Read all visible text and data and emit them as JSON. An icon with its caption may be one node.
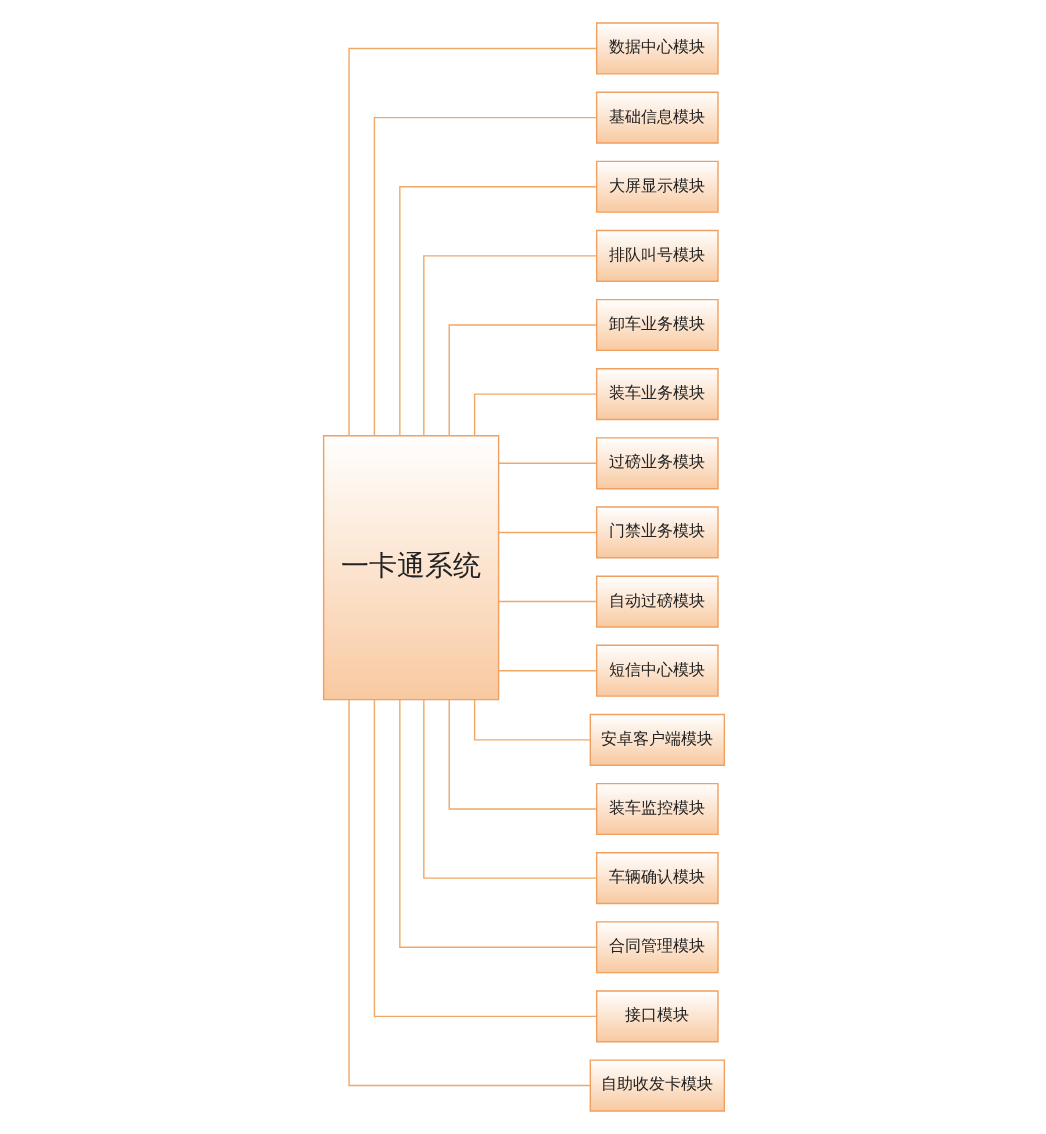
{
  "diagram": {
    "nodes": [
      {
        "text": [
          "一卡通系统"
        ]
      },
      {
        "text": [
          "数据中心模块"
        ]
      },
      {
        "text": [
          "基础信息模块"
        ]
      },
      {
        "text": [
          "大屏显示模块"
        ]
      },
      {
        "text": [
          "排队叫号模块"
        ]
      },
      {
        "text": [
          "卸车业务模块"
        ]
      },
      {
        "text": [
          "装车业务模块"
        ]
      },
      {
        "text": [
          "过磅业务模块"
        ]
      },
      {
        "text": [
          "门禁业务模块"
        ]
      },
      {
        "text": [
          "自动过磅模块"
        ]
      },
      {
        "text": [
          "短信中心模块"
        ]
      },
      {
        "text": [
          "安卓客户端模块"
        ]
      },
      {
        "text": [
          "装车监控模块"
        ]
      },
      {
        "text": [
          "车辆确认模块"
        ]
      },
      {
        "text": [
          "合同管理模块"
        ]
      },
      {
        "text": [
          "接口模块"
        ]
      },
      {
        "text": [
          "自助收发卡模块"
        ]
      }
    ],
    "edges": [
      {
        "from": 0,
        "to": 1,
        "arrow": "none"
      },
      {
        "from": 0,
        "to": 2,
        "arrow": "none"
      },
      {
        "from": 0,
        "to": 3,
        "arrow": "none"
      },
      {
        "from": 0,
        "to": 4,
        "arrow": "none"
      },
      {
        "from": 0,
        "to": 5,
        "arrow": "none"
      },
      {
        "from": 0,
        "to": 6,
        "arrow": "none"
      },
      {
        "from": 0,
        "to": 7,
        "arrow": "none"
      },
      {
        "from": 0,
        "to": 8,
        "arrow": "none"
      },
      {
        "from": 0,
        "to": 9,
        "arrow": "none"
      },
      {
        "from": 0,
        "to": 10,
        "arrow": "none"
      },
      {
        "from": 0,
        "to": 11,
        "arrow": "none"
      },
      {
        "from": 0,
        "to": 12,
        "arrow": "none"
      },
      {
        "from": 0,
        "to": 13,
        "arrow": "none"
      },
      {
        "from": 0,
        "to": 14,
        "arrow": "none"
      },
      {
        "from": 0,
        "to": 15,
        "arrow": "none"
      },
      {
        "from": 0,
        "to": 16,
        "arrow": "none"
      }
    ]
  }
}
